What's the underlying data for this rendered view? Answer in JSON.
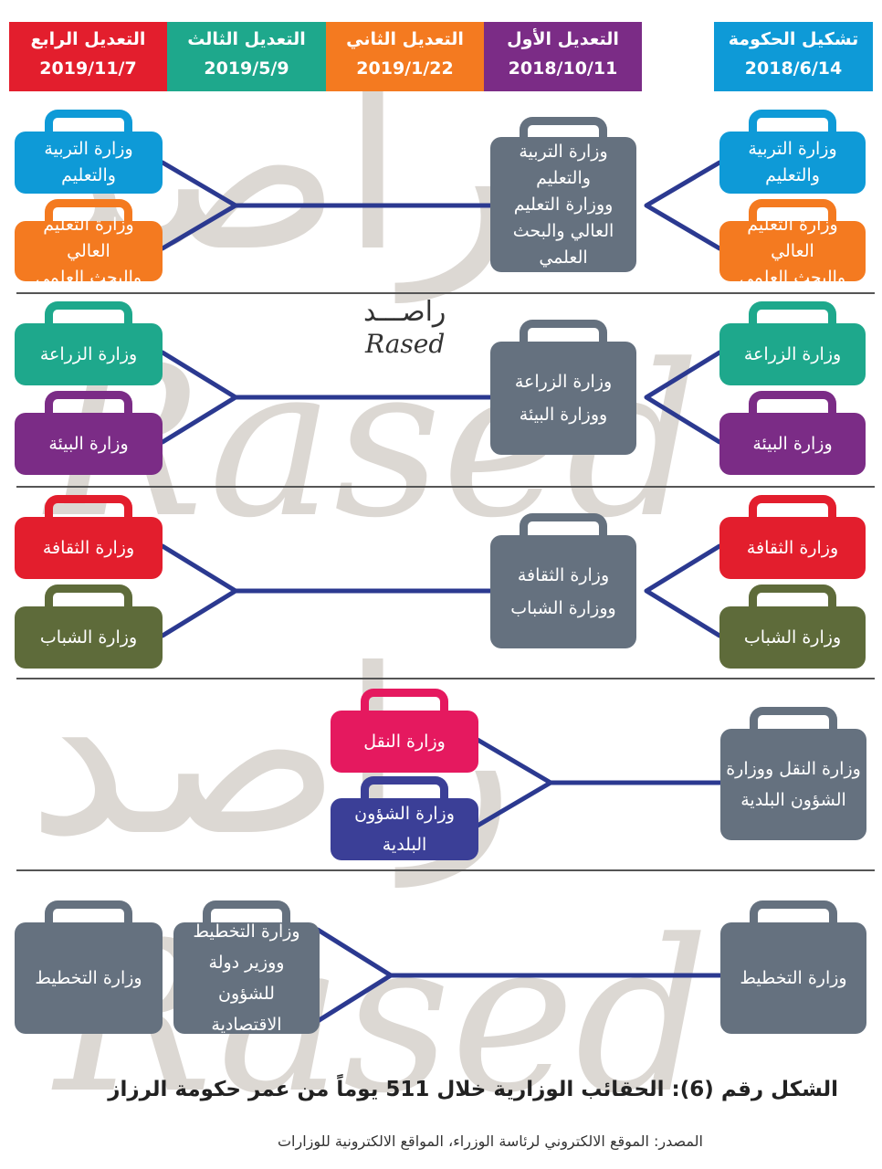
{
  "header": [
    {
      "title": "التعديل الرابع",
      "date": "2019/11/7",
      "color": "#e31e2d"
    },
    {
      "title": "التعديل الثالث",
      "date": "2019/5/9",
      "color": "#1ea88c"
    },
    {
      "title": "التعديل الثاني",
      "date": "2019/1/22",
      "color": "#f47a20"
    },
    {
      "title": "التعديل الأول",
      "date": "2018/10/11",
      "color": "#7b2c86"
    },
    {
      "title": "تشكيل الحكومة",
      "date": "2018/6/14",
      "color": "#0e9ad7"
    }
  ],
  "logo": {
    "arabic": "راصـــد",
    "latin": "Rased"
  },
  "watermark": {
    "arabic": "راصد",
    "latin": "Rased"
  },
  "rows": [
    {
      "left": [
        {
          "label": "وزارة التربية\nوالتعليم",
          "color": "#0e9ad7"
        },
        {
          "label": "وزارة التعليم العالي\nوالبحث العلمي",
          "color": "#f47a20"
        }
      ],
      "middle": {
        "label": "وزارة التربية\nوالتعليم\nووزارة التعليم\nالعالي والبحث\nالعلمي",
        "color": "#65717f"
      },
      "right": [
        {
          "label": "وزارة التربية\nوالتعليم",
          "color": "#0e9ad7"
        },
        {
          "label": "وزارة التعليم العالي\nوالبحث العلمي",
          "color": "#f47a20"
        }
      ]
    },
    {
      "left": [
        {
          "label": "وزارة الزراعة",
          "color": "#1ea88c"
        },
        {
          "label": "وزارة البيئة",
          "color": "#7b2c86"
        }
      ],
      "middle": {
        "label": "وزارة الزراعة\nووزارة البيئة",
        "color": "#65717f"
      },
      "right": [
        {
          "label": "وزارة الزراعة",
          "color": "#1ea88c"
        },
        {
          "label": "وزارة البيئة",
          "color": "#7b2c86"
        }
      ]
    },
    {
      "left": [
        {
          "label": "وزارة الثقافة",
          "color": "#e31e2d"
        },
        {
          "label": "وزارة الشباب",
          "color": "#5e6b3a"
        }
      ],
      "middle": {
        "label": "وزارة الثقافة\nووزارة الشباب",
        "color": "#65717f"
      },
      "right": [
        {
          "label": "وزارة الثقافة",
          "color": "#e31e2d"
        },
        {
          "label": "وزارة الشباب",
          "color": "#5e6b3a"
        }
      ]
    },
    {
      "left": [
        {
          "label": "وزارة النقل",
          "color": "#e5195f"
        },
        {
          "label": "وزارة الشؤون\nالبلدية",
          "color": "#3b3f97"
        }
      ],
      "right": {
        "label": "وزارة النقل ووزارة\nالشؤون البلدية",
        "color": "#65717f"
      }
    },
    {
      "far_left": {
        "label": "وزارة التخطيط",
        "color": "#65717f"
      },
      "left": {
        "label": "وزارة التخطيط\nووزير دولة للشؤون\nالاقتصادية",
        "color": "#65717f"
      },
      "right": {
        "label": "وزارة التخطيط",
        "color": "#65717f"
      }
    }
  ],
  "caption": "الشكل رقم (6): الحقائب الوزارية خلال 511 يوماً من عمر حكومة الرزاز",
  "source": "المصدر: الموقع الالكتروني لرئاسة الوزراء، المواقع الالكترونية للوزارات",
  "line_color": "#2b3990"
}
